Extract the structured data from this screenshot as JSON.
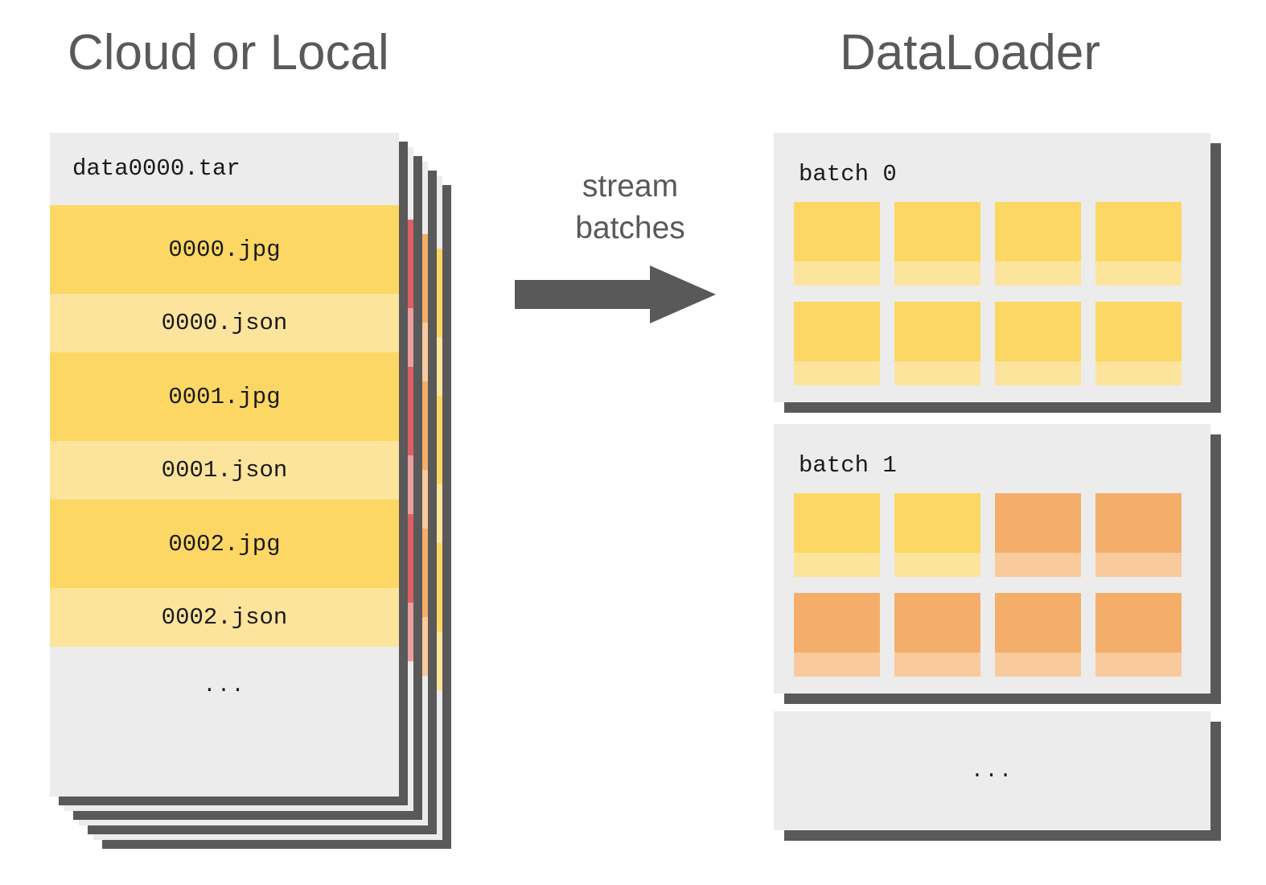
{
  "titles": {
    "left": "Cloud or Local",
    "right": "DataLoader"
  },
  "flow": {
    "label_line1": "stream",
    "label_line2": "batches",
    "arrow_icon": "arrow-right-icon",
    "arrow_color": "#595959"
  },
  "colors": {
    "card_bg": "#ececec",
    "shadow": "#595959",
    "text": "#1a1a1a",
    "title_text": "#595959",
    "yellow_img": "#fcd764",
    "yellow_meta": "#fde49c",
    "orange_img": "#f5ae6a",
    "orange_meta": "#f9ca9c",
    "red_img": "#dd5f61",
    "red_meta": "#eb9ea0"
  },
  "tar_stack": {
    "count": 4,
    "front": {
      "name": "data0000.tar",
      "entries": [
        {
          "label": "0000.jpg",
          "kind": "jpg",
          "color": "yellow"
        },
        {
          "label": "0000.json",
          "kind": "json",
          "color": "yellow"
        },
        {
          "label": "0001.jpg",
          "kind": "jpg",
          "color": "yellow"
        },
        {
          "label": "0001.json",
          "kind": "json",
          "color": "yellow"
        },
        {
          "label": "0002.jpg",
          "kind": "jpg",
          "color": "yellow"
        },
        {
          "label": "0002.json",
          "kind": "json",
          "color": "yellow"
        }
      ],
      "more": "..."
    },
    "back_cards": [
      {
        "color": "yellow"
      },
      {
        "color": "orange"
      },
      {
        "color": "red"
      }
    ]
  },
  "batches": [
    {
      "label": "batch 0",
      "samples": [
        "yellow",
        "yellow",
        "yellow",
        "yellow",
        "yellow",
        "yellow",
        "yellow",
        "yellow"
      ]
    },
    {
      "label": "batch 1",
      "samples": [
        "yellow",
        "yellow",
        "orange",
        "orange",
        "orange",
        "orange",
        "orange",
        "orange"
      ]
    }
  ],
  "batch_more": "..."
}
